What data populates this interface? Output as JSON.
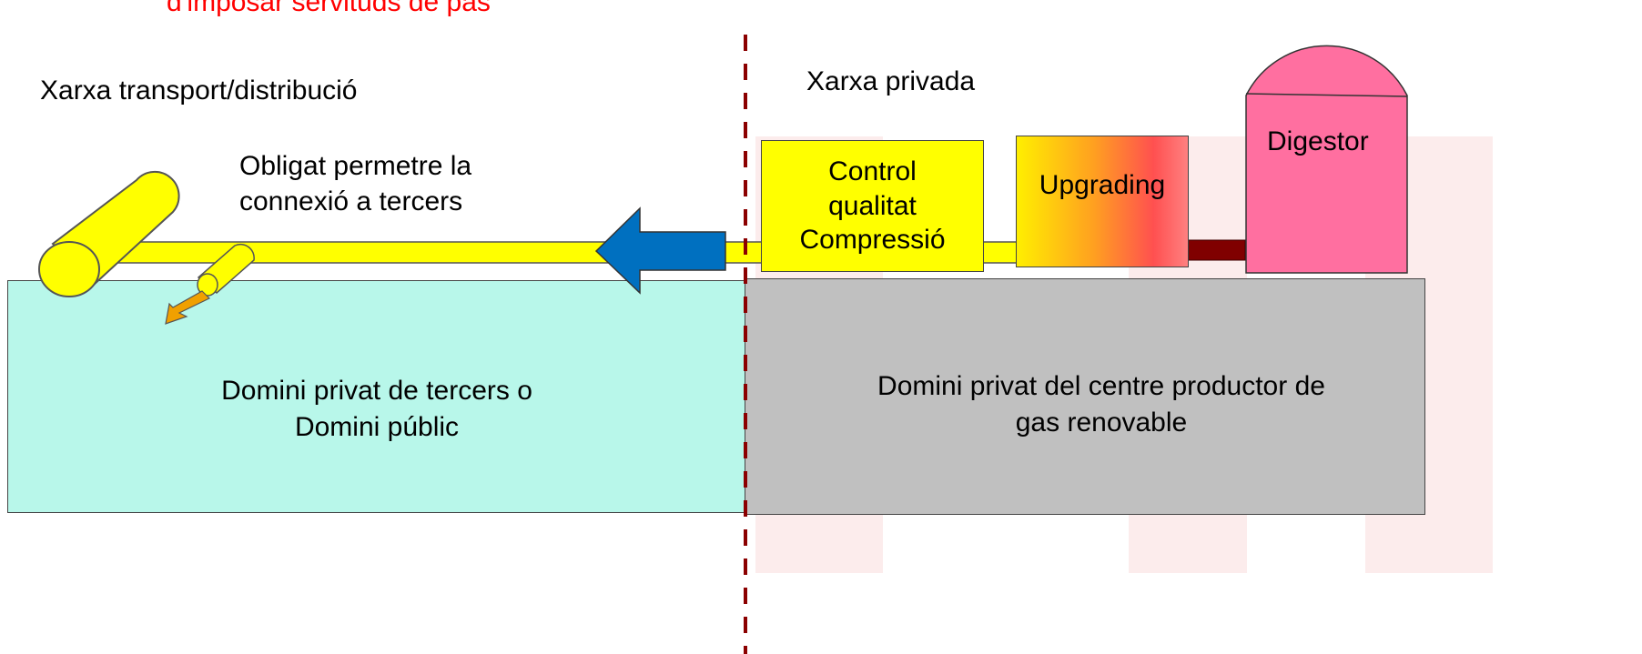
{
  "header_note": "d'imposar servituds de pas",
  "labels": {
    "public_network": "Xarxa transport/distribució",
    "private_network": "Xarxa privada",
    "obligation": [
      "Obligat permetre la",
      "connexió a tercers"
    ]
  },
  "regions": {
    "public": [
      "Domini privat de tercers o",
      "Domini públic"
    ],
    "private": [
      "Domini privat del centre productor de",
      "gas renovable"
    ]
  },
  "equipment": {
    "control": [
      "Control",
      "qualitat",
      "Compressió"
    ],
    "upgrading": "Upgrading",
    "digestor": "Digestor"
  },
  "colors": {
    "header_note": "#ff0000",
    "public_region": "#b8f7ea",
    "private_region": "#c0c0c0",
    "pipe_yellow": "#ffff00",
    "control_box": "#ffff00",
    "flow_arrow": "#0070c0",
    "branch_arrow": "#f0a000",
    "digestor": "#ff6fa0",
    "link_pipe": "#800000",
    "boundary_line": "#8b0000"
  }
}
